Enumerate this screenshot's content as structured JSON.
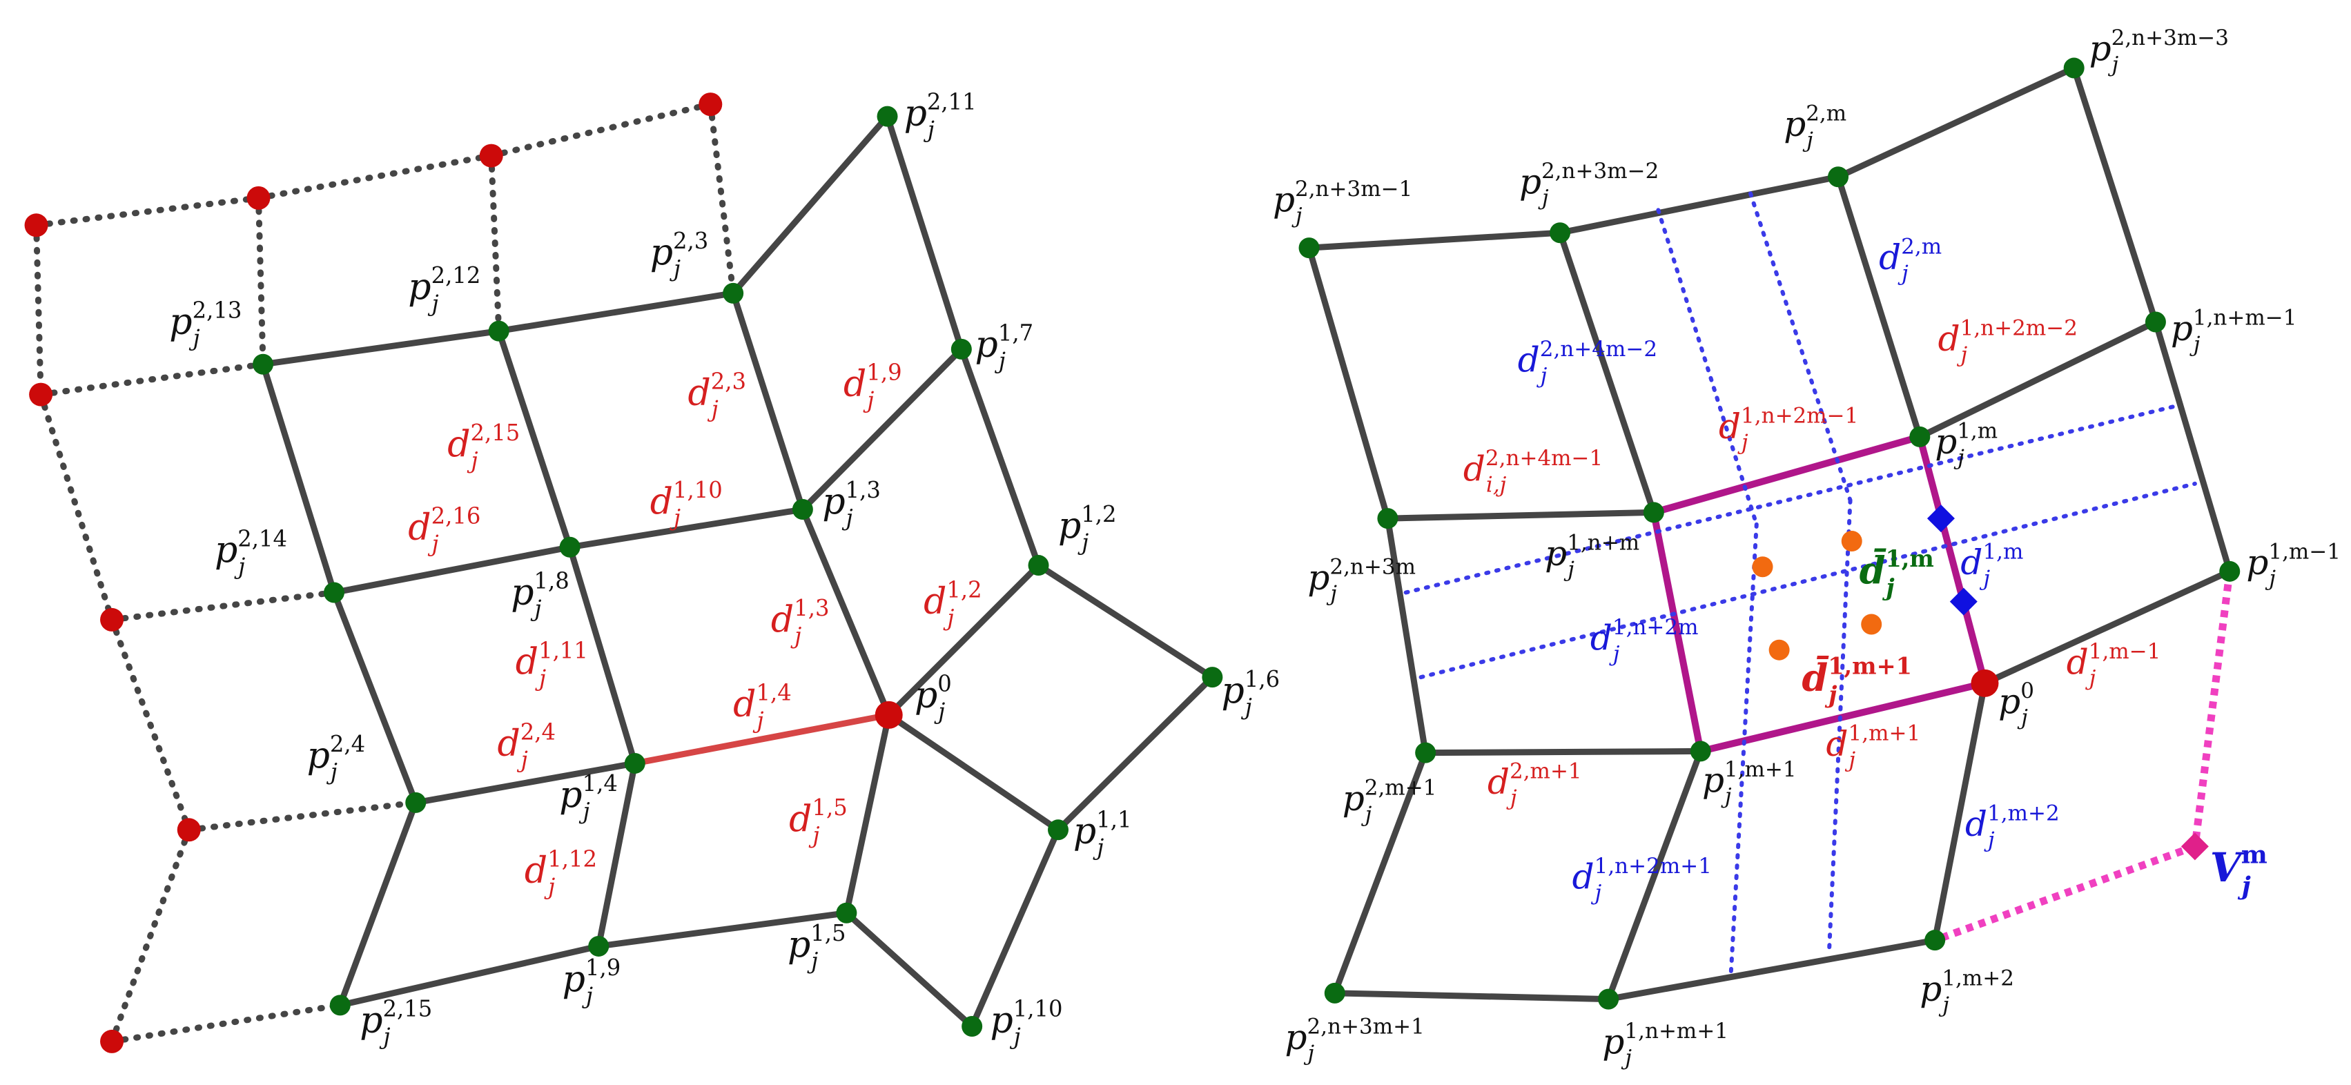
{
  "colors": {
    "edge": "#454545",
    "node_green": "#0a6b12",
    "node_red": "#cc0a0a",
    "red_text": "#d61f1f",
    "blue_text": "#1818d8",
    "green_text": "#0a6b12",
    "magenta": "#b0168a",
    "pink": "#f040c0",
    "blue_dot": "#3a3ae8",
    "orange": "#f26a10",
    "highlight_edge": "#d64545",
    "diamond_blue": "#1010e0",
    "diamond_pink": "#e0208a"
  },
  "left": {
    "points": [
      {
        "id": "p0",
        "name": "p",
        "sub": "j",
        "sup": "0"
      },
      {
        "id": "p12",
        "name": "p",
        "sub": "j",
        "sup": "1,2"
      },
      {
        "id": "p13",
        "name": "p",
        "sub": "j",
        "sup": "1,3"
      },
      {
        "id": "p14",
        "name": "p",
        "sub": "j",
        "sup": "1,4"
      },
      {
        "id": "p15",
        "name": "p",
        "sub": "j",
        "sup": "1,5"
      },
      {
        "id": "p11",
        "name": "p",
        "sub": "j",
        "sup": "1,1"
      },
      {
        "id": "p16",
        "name": "p",
        "sub": "j",
        "sup": "1,6"
      },
      {
        "id": "p17",
        "name": "p",
        "sub": "j",
        "sup": "1,7"
      },
      {
        "id": "p18",
        "name": "p",
        "sub": "j",
        "sup": "1,8"
      },
      {
        "id": "p19",
        "name": "p",
        "sub": "j",
        "sup": "1,9"
      },
      {
        "id": "p110",
        "name": "p",
        "sub": "j",
        "sup": "1,10"
      },
      {
        "id": "p211",
        "name": "p",
        "sub": "j",
        "sup": "2,11"
      },
      {
        "id": "p23",
        "name": "p",
        "sub": "j",
        "sup": "2,3"
      },
      {
        "id": "p212",
        "name": "p",
        "sub": "j",
        "sup": "2,12"
      },
      {
        "id": "p213",
        "name": "p",
        "sub": "j",
        "sup": "2,13"
      },
      {
        "id": "p214",
        "name": "p",
        "sub": "j",
        "sup": "2,14"
      },
      {
        "id": "p24",
        "name": "p",
        "sub": "j",
        "sup": "2,4"
      },
      {
        "id": "p215",
        "name": "p",
        "sub": "j",
        "sup": "2,15"
      }
    ],
    "faces": [
      {
        "id": "d19",
        "name": "d",
        "sub": "j",
        "sup": "1,9"
      },
      {
        "id": "d23",
        "name": "d",
        "sub": "j",
        "sup": "2,3"
      },
      {
        "id": "d215",
        "name": "d",
        "sub": "j",
        "sup": "2,15"
      },
      {
        "id": "d110",
        "name": "d",
        "sub": "j",
        "sup": "1,10"
      },
      {
        "id": "d216",
        "name": "d",
        "sub": "j",
        "sup": "2,16"
      },
      {
        "id": "d12",
        "name": "d",
        "sub": "j",
        "sup": "1,2"
      },
      {
        "id": "d13",
        "name": "d",
        "sub": "j",
        "sup": "1,3"
      },
      {
        "id": "d111",
        "name": "d",
        "sub": "j",
        "sup": "1,11"
      },
      {
        "id": "d14",
        "name": "d",
        "sub": "j",
        "sup": "1,4"
      },
      {
        "id": "d24",
        "name": "d",
        "sub": "j",
        "sup": "2,4"
      },
      {
        "id": "d15",
        "name": "d",
        "sub": "j",
        "sup": "1,5"
      },
      {
        "id": "d112",
        "name": "d",
        "sub": "j",
        "sup": "1,12"
      }
    ]
  },
  "right": {
    "points": [
      {
        "id": "r2n3m3",
        "name": "p",
        "sub": "j",
        "sup": "2,n+3m−3"
      },
      {
        "id": "r2m",
        "name": "p",
        "sub": "j",
        "sup": "2,m"
      },
      {
        "id": "r2n3m2",
        "name": "p",
        "sub": "j",
        "sup": "2,n+3m−2"
      },
      {
        "id": "r2n3m1",
        "name": "p",
        "sub": "j",
        "sup": "2,n+3m−1"
      },
      {
        "id": "r1nm1",
        "name": "p",
        "sub": "j",
        "sup": "1,n+m−1"
      },
      {
        "id": "r1m",
        "name": "p",
        "sub": "j",
        "sup": "1,m"
      },
      {
        "id": "r1m1",
        "name": "p",
        "sub": "j",
        "sup": "1,m−1"
      },
      {
        "id": "r1nm",
        "name": "p",
        "sub": "j",
        "sup": "1,n+m"
      },
      {
        "id": "r2n3m",
        "name": "p",
        "sub": "j",
        "sup": "2,n+3m"
      },
      {
        "id": "r0",
        "name": "p",
        "sub": "j",
        "sup": "0"
      },
      {
        "id": "r2m1",
        "name": "p",
        "sub": "j",
        "sup": "2,m+1"
      },
      {
        "id": "r1mp1",
        "name": "p",
        "sub": "j",
        "sup": "1,m+1"
      },
      {
        "id": "r1m2",
        "name": "p",
        "sub": "j",
        "sup": "1,m+2"
      },
      {
        "id": "r2n3mp1",
        "name": "p",
        "sub": "j",
        "sup": "2,n+3m+1"
      },
      {
        "id": "r1nmp1",
        "name": "p",
        "sub": "j",
        "sup": "1,n+m+1"
      }
    ],
    "faces": [
      {
        "id": "dr2m",
        "name": "d",
        "sub": "j",
        "sup": "2,m",
        "color": "blue"
      },
      {
        "id": "dr1n2m2",
        "name": "d",
        "sub": "j",
        "sup": "1,n+2m−2",
        "color": "red"
      },
      {
        "id": "dr2n4m2",
        "name": "d",
        "sub": "j",
        "sup": "2,n+4m−2",
        "color": "blue"
      },
      {
        "id": "dr1n2m1",
        "name": "d",
        "sub": "j",
        "sup": "1,n+2m−1",
        "color": "red"
      },
      {
        "id": "dr2n4m1",
        "name": "d",
        "sub": "i,j",
        "sup": "2,n+4m−1",
        "color": "red"
      },
      {
        "id": "dr1m",
        "name": "d",
        "sub": "j",
        "sup": "1,m",
        "color": "blue"
      },
      {
        "id": "dr1n2m",
        "name": "d",
        "sub": "j",
        "sup": "1,n+2m",
        "color": "blue"
      },
      {
        "id": "dr1m1",
        "name": "d",
        "sub": "j",
        "sup": "1,m−1",
        "color": "red"
      },
      {
        "id": "dr1mp1",
        "name": "d",
        "sub": "j",
        "sup": "1,m+1",
        "color": "red"
      },
      {
        "id": "dr2m1",
        "name": "d",
        "sub": "j",
        "sup": "2,m+1",
        "color": "red"
      },
      {
        "id": "dr1m2",
        "name": "d",
        "sub": "j",
        "sup": "1,m+2",
        "color": "blue"
      },
      {
        "id": "dr1n2m1b",
        "name": "d",
        "sub": "j",
        "sup": "1,n+2m+1",
        "color": "blue"
      }
    ],
    "bar_labels": [
      {
        "id": "dbar1m",
        "name": "d̄",
        "sub": "j",
        "sup": "1,m",
        "color": "green"
      },
      {
        "id": "dbar1mp1",
        "name": "d̄",
        "sub": "j",
        "sup": "1,m+1",
        "color": "red"
      }
    ],
    "vertex": {
      "name": "V",
      "sub": "j",
      "sup": "m"
    }
  }
}
